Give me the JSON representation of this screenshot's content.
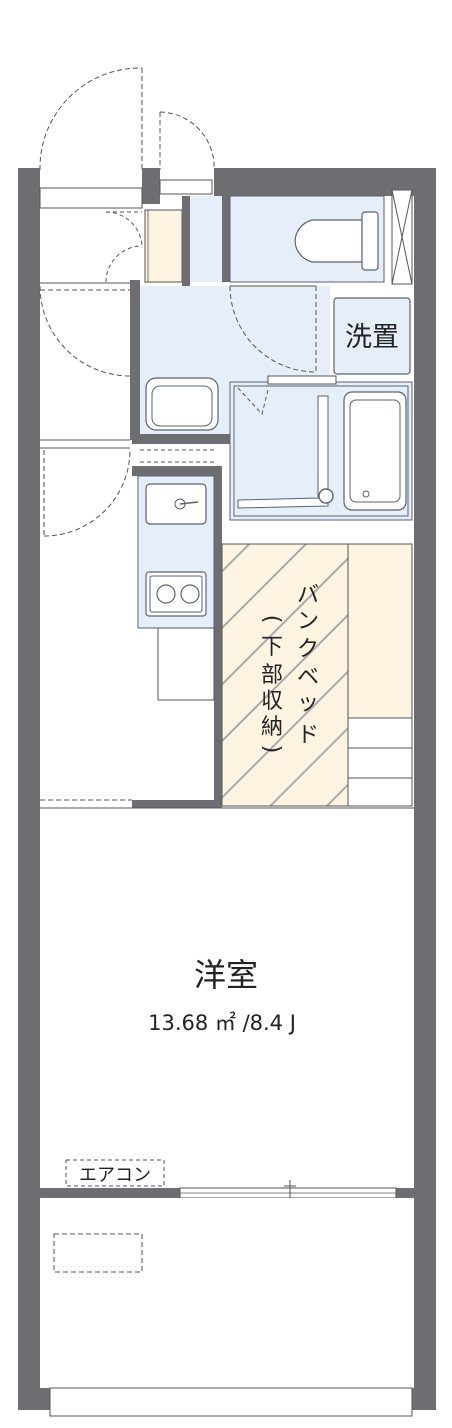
{
  "rooms": {
    "western": {
      "name": "洋室",
      "area": "13.68 ㎡ /8.4 J"
    },
    "laundry": {
      "label": "洗置"
    },
    "bunk_bed": {
      "label_chars": [
        "バ",
        "ン",
        "ク",
        "ベ",
        "ッ",
        "ド"
      ],
      "sub_label_chars": [
        "(",
        "下",
        "部",
        "収",
        "納",
        ")"
      ]
    },
    "aircon": {
      "label": "エアコン"
    }
  },
  "colors": {
    "wall": "#6e6e72",
    "wet_area": "#e6eef9",
    "storage": "#fdf3e1",
    "fixture_outline": "#5a6275",
    "line": "#444444"
  }
}
